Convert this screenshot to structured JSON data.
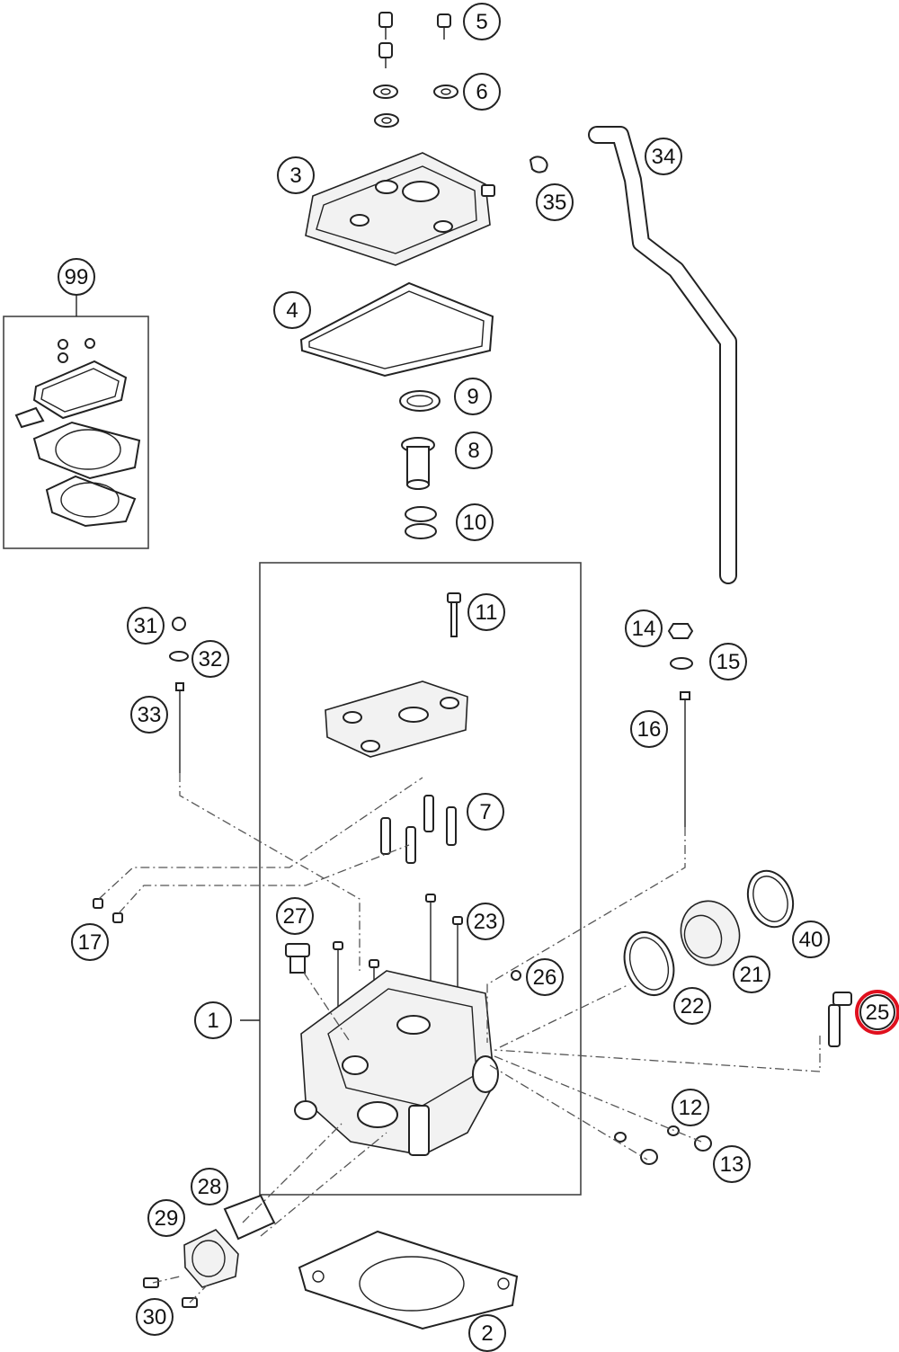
{
  "diagram": {
    "highlight_color": "#e0101e",
    "highlighted_callout": "25",
    "callouts": [
      {
        "id": "c1",
        "label": "1"
      },
      {
        "id": "c2",
        "label": "2"
      },
      {
        "id": "c3",
        "label": "3"
      },
      {
        "id": "c4",
        "label": "4"
      },
      {
        "id": "c5",
        "label": "5"
      },
      {
        "id": "c6",
        "label": "6"
      },
      {
        "id": "c7",
        "label": "7"
      },
      {
        "id": "c8",
        "label": "8"
      },
      {
        "id": "c9",
        "label": "9"
      },
      {
        "id": "c10",
        "label": "10"
      },
      {
        "id": "c11",
        "label": "11"
      },
      {
        "id": "c12",
        "label": "12"
      },
      {
        "id": "c13",
        "label": "13"
      },
      {
        "id": "c14",
        "label": "14"
      },
      {
        "id": "c15",
        "label": "15"
      },
      {
        "id": "c16",
        "label": "16"
      },
      {
        "id": "c17",
        "label": "17"
      },
      {
        "id": "c21",
        "label": "21"
      },
      {
        "id": "c22",
        "label": "22"
      },
      {
        "id": "c23",
        "label": "23"
      },
      {
        "id": "c25",
        "label": "25"
      },
      {
        "id": "c26",
        "label": "26"
      },
      {
        "id": "c27",
        "label": "27"
      },
      {
        "id": "c28",
        "label": "28"
      },
      {
        "id": "c29",
        "label": "29"
      },
      {
        "id": "c30",
        "label": "30"
      },
      {
        "id": "c31",
        "label": "31"
      },
      {
        "id": "c32",
        "label": "32"
      },
      {
        "id": "c33",
        "label": "33"
      },
      {
        "id": "c34",
        "label": "34"
      },
      {
        "id": "c35",
        "label": "35"
      },
      {
        "id": "c40",
        "label": "40"
      },
      {
        "id": "c99",
        "label": "99"
      }
    ]
  }
}
